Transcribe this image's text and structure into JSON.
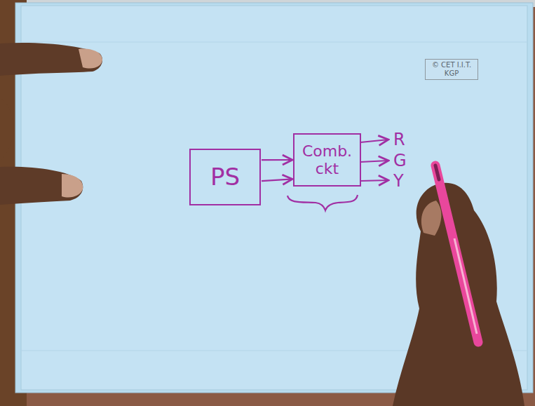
{
  "diagram": {
    "nodes": [
      {
        "text": [
          "PS"
        ]
      },
      {
        "text": [
          "Comb. ckt"
        ]
      }
    ],
    "edges": [
      {
        "from": 0,
        "to": 1,
        "arrow": "to"
      },
      {
        "from": 0,
        "to": 1,
        "arrow": "to"
      }
    ],
    "labels": [
      "R",
      "G",
      "Y",
      "© CET I.I.T. KGP"
    ]
  }
}
